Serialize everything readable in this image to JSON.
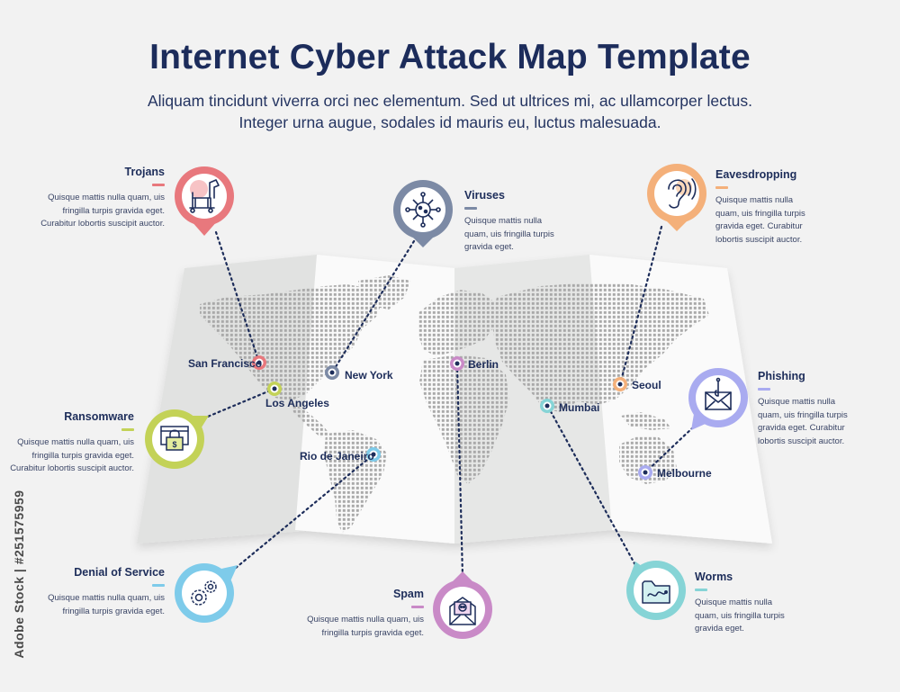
{
  "title": "Internet Cyber Attack Map Template",
  "subtitle": "Aliquam tincidunt viverra orci nec elementum. Sed ut ultrices mi, ac ullamcorper lectus. Integer urna augue, sodales id mauris eu, luctus malesuada.",
  "watermark": "Adobe Stock | #251575959",
  "cities": {
    "san_francisco": "San Francisco",
    "los_angeles": "Los Angeles",
    "new_york": "New York",
    "rio": "Rio de Janeiro",
    "berlin": "Berlin",
    "mumbai": "Mumbai",
    "seoul": "Seoul",
    "melbourne": "Melbourne"
  },
  "attacks": {
    "trojans": {
      "title": "Trojans",
      "text": "Quisque mattis nulla quam, uis fringilla turpis gravida eget. Curabitur lobortis suscipit auctor.",
      "color": "#e8787d",
      "icon": "horse-icon"
    },
    "viruses": {
      "title": "Viruses",
      "text": "Quisque mattis nulla quam, uis fringilla turpis gravida eget.",
      "color": "#7c8aa5",
      "icon": "virus-icon"
    },
    "eavesdropping": {
      "title": "Eavesdropping",
      "text": "Quisque mattis nulla quam, uis fringilla turpis gravida eget. Curabitur lobortis suscipit auctor.",
      "color": "#f4b07a",
      "icon": "ear-icon"
    },
    "phishing": {
      "title": "Phishing",
      "text": "Quisque mattis nulla quam, uis fringilla turpis gravida eget. Curabitur lobortis suscipit auctor.",
      "color": "#a9abf0",
      "icon": "phishing-envelope-icon"
    },
    "ransomware": {
      "title": "Ransomware",
      "text": "Quisque mattis nulla quam, uis fringilla turpis gravida eget. Curabitur lobortis suscipit auctor.",
      "color": "#c3d257",
      "icon": "ransom-lock-icon"
    },
    "dos": {
      "title": "Denial of Service",
      "text": "Quisque mattis nulla quam, uis fringilla turpis gravida eget.",
      "color": "#7ecbea",
      "icon": "gears-icon"
    },
    "spam": {
      "title": "Spam",
      "text": "Quisque mattis nulla quam, uis fringilla turpis gravida eget.",
      "color": "#c98ac7",
      "icon": "spam-envelope-icon"
    },
    "worms": {
      "title": "Worms",
      "text": "Quisque mattis nulla quam, uis fringilla turpis gravida eget.",
      "color": "#86d4d6",
      "icon": "worm-folder-icon"
    }
  }
}
